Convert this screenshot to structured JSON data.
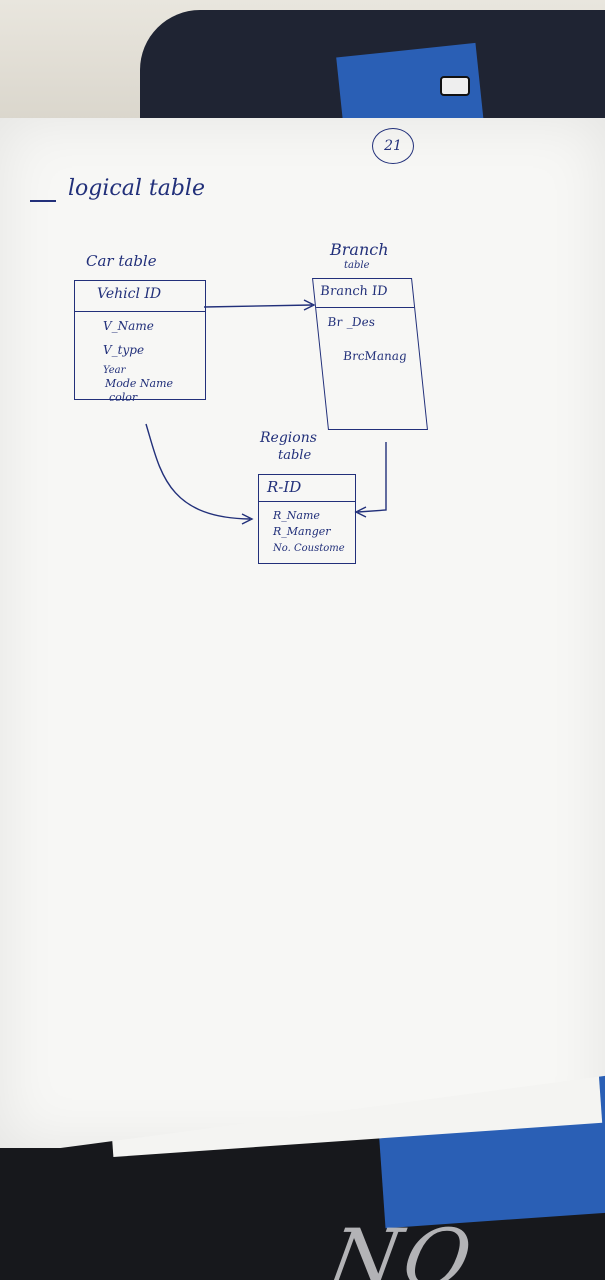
{
  "page": {
    "number": "21",
    "title": "logical table"
  },
  "tables": {
    "car": {
      "name": "Car table",
      "key": "Vehicl ID",
      "fields": [
        "V_Name",
        "V_type",
        "Year",
        "Mode Name",
        "color"
      ]
    },
    "branch": {
      "name": "Branch",
      "subtitle": "table",
      "key": "Branch ID",
      "fields": [
        "Br _Des",
        "BrcManag"
      ]
    },
    "regions": {
      "name": "Regions",
      "subtitle": "table",
      "key": "R-ID",
      "fields": [
        "R_Name",
        "R_Manger",
        "No. Coustome"
      ]
    }
  },
  "background_text": "NO",
  "colors": {
    "ink": "#22307a",
    "paper": "#f7f7f5",
    "folder": "#2a5fb5",
    "fabric": "#1f2433"
  }
}
